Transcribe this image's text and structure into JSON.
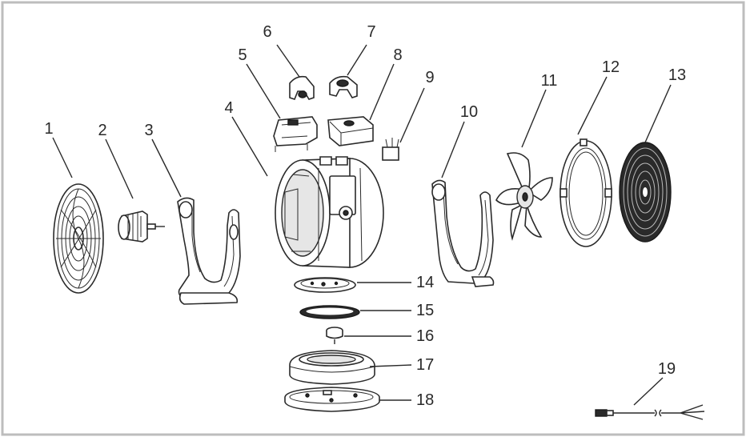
{
  "diagram": {
    "frame_color": "#bdbdbd",
    "line_color": "#2a2a2a",
    "parts": [
      {
        "id": "p1",
        "label": "1"
      },
      {
        "id": "p2",
        "label": "2"
      },
      {
        "id": "p3",
        "label": "3"
      },
      {
        "id": "p4",
        "label": "4"
      },
      {
        "id": "p5",
        "label": "5"
      },
      {
        "id": "p6",
        "label": "6"
      },
      {
        "id": "p7",
        "label": "7"
      },
      {
        "id": "p8",
        "label": "8"
      },
      {
        "id": "p9",
        "label": "9"
      },
      {
        "id": "p10",
        "label": "10"
      },
      {
        "id": "p11",
        "label": "11"
      },
      {
        "id": "p12",
        "label": "12"
      },
      {
        "id": "p13",
        "label": "13"
      },
      {
        "id": "p14",
        "label": "14"
      },
      {
        "id": "p15",
        "label": "15"
      },
      {
        "id": "p16",
        "label": "16"
      },
      {
        "id": "p17",
        "label": "17"
      },
      {
        "id": "p18",
        "label": "18"
      },
      {
        "id": "p19",
        "label": "19"
      }
    ]
  }
}
